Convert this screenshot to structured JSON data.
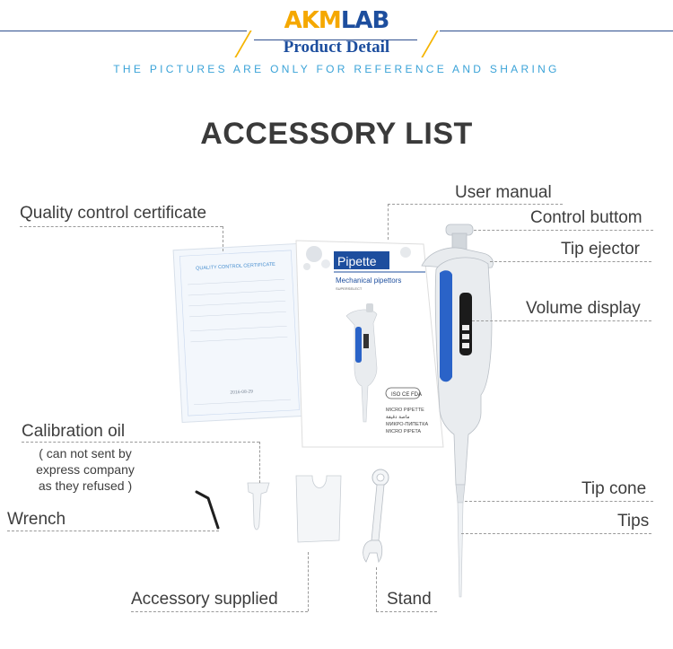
{
  "header": {
    "logo_part1": "AKM",
    "logo_part2": "LAB",
    "product_detail": "Product Detail",
    "disclaimer": "THE PICTURES ARE ONLY FOR REFERENCE AND SHARING"
  },
  "title": "ACCESSORY LIST",
  "labels": {
    "user_manual": "User manual",
    "quality_certificate": "Quality control certificate",
    "control_button": "Control buttom",
    "tip_ejector": "Tip ejector",
    "volume_display": "Volume display",
    "calibration_oil": "Calibration oil",
    "calibration_note_1": "( can not sent by",
    "calibration_note_2": "express company",
    "calibration_note_3": "as they refused )",
    "wrench": "Wrench",
    "tip_cone": "Tip cone",
    "tips": "Tips",
    "accessory_supplied": "Accessory supplied",
    "stand": "Stand"
  },
  "certificate": {
    "heading": "QUALITY CONTROL CERTIFICATE",
    "date": "2016-08-29"
  },
  "manual": {
    "title": "Pipette",
    "subtitle": "Mechanical pipettors",
    "subtitle2": "SUPERSELECT",
    "line1": "MICRO PIPETTE",
    "line2": "ماصة دقيقة",
    "line3": "МИКРО-ПИПЕТКА",
    "line4": "MICRO PIPETA"
  },
  "colors": {
    "brand_blue": "#1d4e9e",
    "brand_orange": "#f5a800",
    "accent_cyan": "#3ba3d8",
    "pipette_blue": "#2a63c8"
  }
}
